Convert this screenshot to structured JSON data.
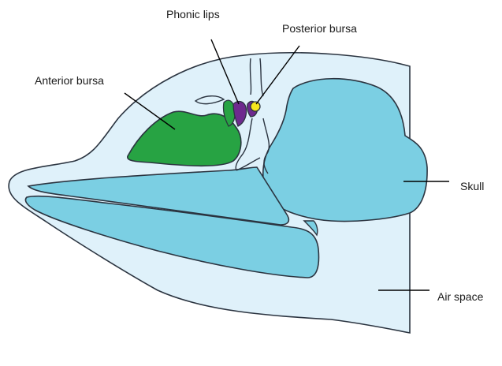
{
  "labels": {
    "phonic_lips": "Phonic lips",
    "posterior_bursa": "Posterior bursa",
    "anterior_bursa": "Anterior bursa",
    "skull": "Skull",
    "air_space": "Air space"
  },
  "colors": {
    "head_fill": "#dff1fa",
    "bone_fill": "#7bcfe3",
    "bursa_green": "#27a343",
    "phonic_purple": "#6e2a8e",
    "posterior_yellow": "#f6e81d",
    "outline": "#2b3440",
    "leader_line": "#000000"
  }
}
